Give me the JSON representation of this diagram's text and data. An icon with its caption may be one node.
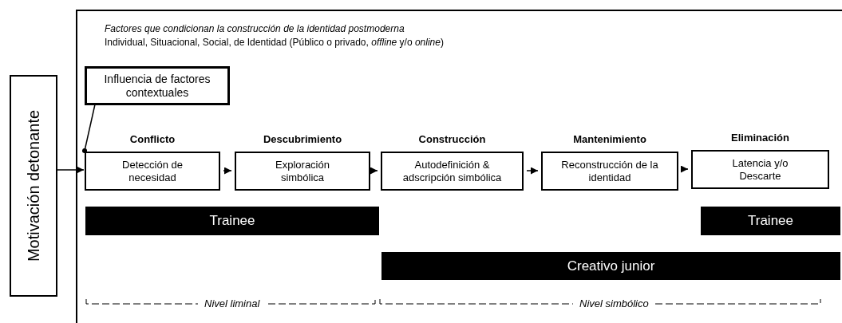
{
  "diagram": {
    "nodes": [
      {
        "text": [
          "Motivación detonante"
        ]
      },
      {
        "text": [
          "Factores que condicionan la construcción de la identidad postmoderna",
          "Individual, Situacional, Social, de Identidad (Público o privado, *offline* y/o *online*)"
        ]
      },
      {
        "text": [
          "Influencia de factores contextuales"
        ],
        "in": 1
      },
      {
        "text": [
          "Conflicto",
          "Detección de necesidad"
        ],
        "in": 1
      },
      {
        "text": [
          "Descubrimiento",
          "Exploración simbólica"
        ],
        "in": 1
      },
      {
        "text": [
          "Construcción",
          "Autodefinición & adscripción simbólica"
        ],
        "in": 1
      },
      {
        "text": [
          "Mantenimiento",
          "Reconstrucción de la identidad"
        ],
        "in": 1
      },
      {
        "text": [
          "Eliminación",
          "Latencia y/o Descarte"
        ],
        "in": 1
      },
      {
        "text": [
          "Trainee"
        ],
        "in": 1
      },
      {
        "text": [
          "Trainee"
        ],
        "in": 1
      },
      {
        "text": [
          "Creativo junior"
        ],
        "in": 1
      }
    ],
    "edges": [
      {
        "from": 0,
        "to": 3,
        "arrow": "to"
      },
      {
        "from": 3,
        "to": 4,
        "arrow": "to"
      },
      {
        "from": 4,
        "to": 5,
        "arrow": "to"
      },
      {
        "from": 5,
        "to": 6,
        "arrow": "to"
      },
      {
        "from": 6,
        "to": 7,
        "arrow": "to"
      },
      {
        "from": 2,
        "to": 3,
        "arrow": "other"
      }
    ],
    "labels": [
      "Nivel liminal",
      "Nivel simbólico"
    ]
  }
}
